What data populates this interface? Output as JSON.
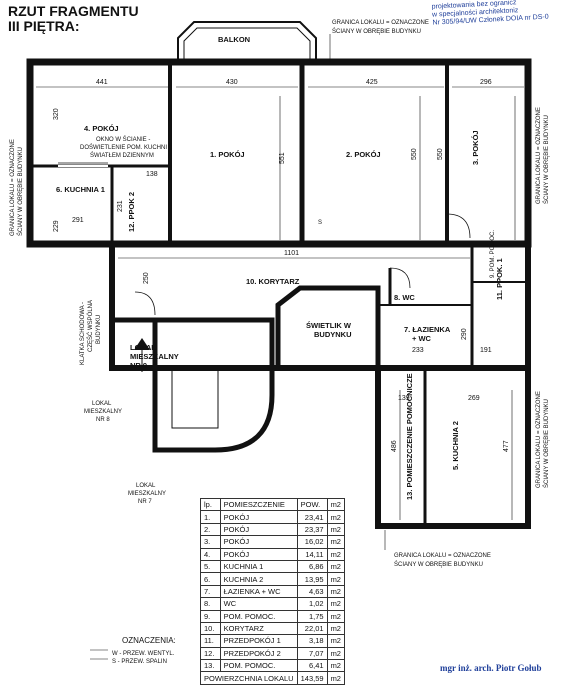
{
  "title": {
    "line1": "RZUT FRAGMENTU",
    "line2": "III PIĘTRA:"
  },
  "stamp": {
    "line1": "projektowania bez ogranicz",
    "line2": "w specjalności architektoniz",
    "line3": "Nr 305/94/UW Członek DOIA nr DS-0"
  },
  "labels": {
    "balkon": "BALKON",
    "granica_top_1": "GRANICA LOKALU = OZNACZONE",
    "granica_top_2": "ŚCIANY W OBRĘBIE BUDYNKU",
    "granica_bottom_1": "GRANICA LOKALU = OZNACZONE",
    "granica_bottom_2": "ŚCIANY W OBRĘBIE BUDYNKU",
    "granica_left_1": "GRANICA LOKALU = OZNACZONE",
    "granica_left_2": "ŚCIANY W OBRĘBIE BUDYNKU",
    "granica_right_top_1": "GRANICA LOKALU = OZNACZONE",
    "granica_right_top_2": "ŚCIANY W OBRĘBIE BUDYNKU",
    "granica_right_bottom_1": "GRANICA LOKALU = OZNACZONE",
    "granica_right_bottom_2": "ŚCIANY W OBRĘBIE BUDYNKU",
    "room_4": "4. POKÓJ",
    "okno_1": "OKNO W ŚCIANIE -",
    "okno_2": "DOŚWIETLENIE POM. KUCHNI",
    "okno_3": "ŚWIATŁEM DZIENNYM",
    "room_6": "6. KUCHNIA 1",
    "room_12": "12. PPOK 2",
    "room_1": "1. POKÓJ",
    "room_2": "2. POKÓJ",
    "room_3": "3. POKÓJ",
    "room_10": "10. KORYTARZ",
    "room_11": "11. PPOK. 1",
    "room_9": "9. POM. POMOC.",
    "room_8": "8. WC",
    "room_7_1": "7. ŁAZIENKA",
    "room_7_2": "+ WC",
    "swietlik_1": "ŚWIETLIK W",
    "swietlik_2": "BUDYNKU",
    "room_13": "13. POMIESZCZENIE POMOCNICZE",
    "room_5": "5. KUCHNIA 2",
    "klatka_1": "KLATKA SCHODOWA -",
    "klatka_2": "CZĘŚĆ WSPÓLNA",
    "klatka_3": "BUDYNKU",
    "lokal9_1": "LOKAL",
    "lokal9_2": "MIESZKALNY",
    "lokal9_3": "NR 9",
    "lokal8_1": "LOKAL",
    "lokal8_2": "MIESZKALNY",
    "lokal8_3": "NR 8",
    "lokal7_1": "LOKAL",
    "lokal7_2": "MIESZKALNY",
    "lokal7_3": "NR 7",
    "s_mark": "S"
  },
  "dims": {
    "d441": "441",
    "d430": "430",
    "d425": "425",
    "d296": "296",
    "d320": "320",
    "d551": "551",
    "d550": "550",
    "d550b": "550",
    "d229": "229",
    "d291": "291",
    "d231": "231",
    "d138": "138",
    "d1101": "1101",
    "d250": "250",
    "d290": "290",
    "d233": "233",
    "d191": "191",
    "d139": "139",
    "d269": "269",
    "d486": "486",
    "d477": "477"
  },
  "table": {
    "headers": [
      "lp.",
      "POMIESZCZENIE",
      "POW.",
      "m2"
    ],
    "rows": [
      [
        "1.",
        "POKÓJ",
        "23,41",
        "m2"
      ],
      [
        "2.",
        "POKÓJ",
        "23,37",
        "m2"
      ],
      [
        "3.",
        "POKÓJ",
        "16,02",
        "m2"
      ],
      [
        "4.",
        "POKÓJ",
        "14,11",
        "m2"
      ],
      [
        "5.",
        "KUCHNIA 1",
        "6,86",
        "m2"
      ],
      [
        "6.",
        "KUCHNIA 2",
        "13,95",
        "m2"
      ],
      [
        "7.",
        "ŁAZIENKA + WC",
        "4,63",
        "m2"
      ],
      [
        "8.",
        "WC",
        "1,02",
        "m2"
      ],
      [
        "9.",
        "POM. POMOC.",
        "1,75",
        "m2"
      ],
      [
        "10.",
        "KORYTARZ",
        "22,01",
        "m2"
      ],
      [
        "11.",
        "PRZEDPOKÓJ 1",
        "3,18",
        "m2"
      ],
      [
        "12.",
        "PRZEDPOKÓJ 2",
        "7,07",
        "m2"
      ],
      [
        "13.",
        "POM. POMOC.",
        "6,41",
        "m2"
      ]
    ],
    "total_label": "POWIERZCHNIA LOKALU",
    "total_value": "143,59",
    "total_unit": "m2"
  },
  "legend": {
    "title": "OZNACZENIA:",
    "w": "W - PRZEW. WENTYL.",
    "s": "S - PRZEW. SPALIN"
  },
  "signature": "mgr inż. arch. Piotr Gołub"
}
